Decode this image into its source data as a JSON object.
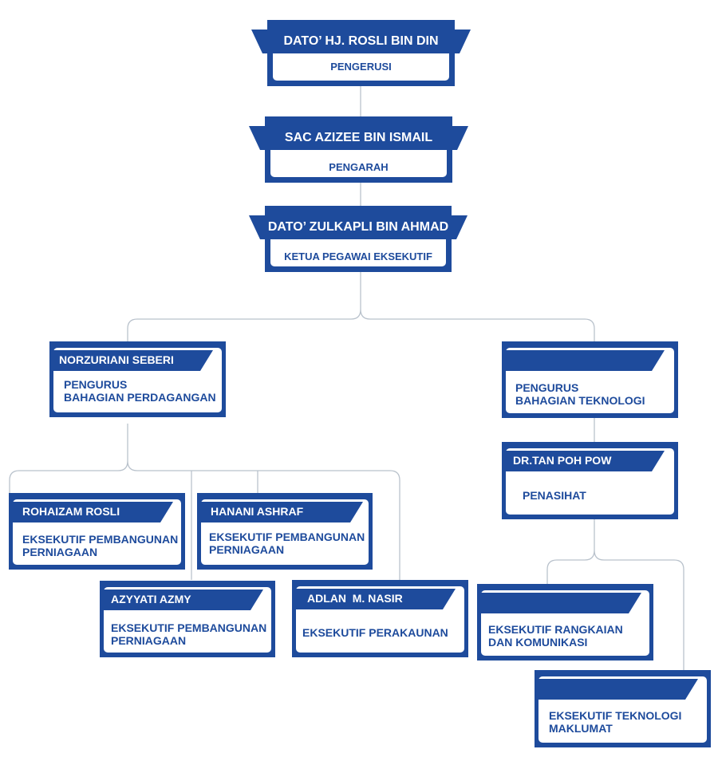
{
  "chart": {
    "nodes": [
      {
        "id": "rosli-din",
        "name": "DATO’ HJ. ROSLI BIN DIN",
        "role": "PENGERUSI"
      },
      {
        "id": "azizee",
        "name": "SAC AZIZEE BIN ISMAIL",
        "role": "PENGARAH"
      },
      {
        "id": "zulkapli",
        "name": "DATO’ ZULKAPLI BIN AHMAD",
        "role": "KETUA PEGAWAI EKSEKUTIF"
      },
      {
        "id": "norzuriani",
        "name": "NORZURIANI SEBERI",
        "role": "PENGURUS\nBAHAGIAN PERDAGANGAN"
      },
      {
        "id": "pengurus-teknologi",
        "name": "",
        "role": "PENGURUS\nBAHAGIAN TEKNOLOGI"
      },
      {
        "id": "tan-poh-pow",
        "name": "DR.TAN POH POW",
        "role": "PENASIHAT"
      },
      {
        "id": "rohaizam",
        "name": "ROHAIZAM ROSLI",
        "role": "EKSEKUTIF PEMBANGUNAN\nPERNIAGAAN"
      },
      {
        "id": "hanani",
        "name": "HANANI ASHRAF",
        "role": "EKSEKUTIF PEMBANGUNAN\nPERNIAGAAN"
      },
      {
        "id": "azyyati",
        "name": "AZYYATI AZMY",
        "role": "EKSEKUTIF PEMBANGUNAN\nPERNIAGAAN"
      },
      {
        "id": "adlan",
        "name": "ADLAN  M. NASIR",
        "role": "EKSEKUTIF PERAKAUNAN"
      },
      {
        "id": "rangkaian",
        "name": "",
        "role": "EKSEKUTIF RANGKAIAN\nDAN KOMUNIKASI"
      },
      {
        "id": "teknologi-maklumat",
        "name": "",
        "role": "EKSEKUTIF TEKNOLOGI\nMAKLUMAT"
      }
    ],
    "edges": [
      [
        "rosli-din",
        "azizee"
      ],
      [
        "azizee",
        "zulkapli"
      ],
      [
        "zulkapli",
        "norzuriani"
      ],
      [
        "zulkapli",
        "pengurus-teknologi"
      ],
      [
        "pengurus-teknologi",
        "tan-poh-pow"
      ],
      [
        "norzuriani",
        "rohaizam"
      ],
      [
        "norzuriani",
        "hanani"
      ],
      [
        "norzuriani",
        "azyyati"
      ],
      [
        "norzuriani",
        "adlan"
      ],
      [
        "tan-poh-pow",
        "rangkaian"
      ],
      [
        "tan-poh-pow",
        "teknologi-maklumat"
      ]
    ]
  },
  "colors": {
    "node_fill": "#1e4b9c",
    "text_on_white": "#1e4b9c",
    "connector": "#b9c2cc"
  }
}
